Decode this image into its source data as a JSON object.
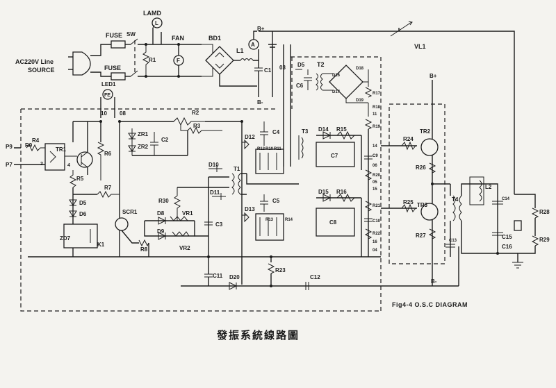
{
  "diagram": {
    "caption": "Fig4-4 O.S.C DIAGRAM",
    "page_caption": "發振系統線路圖",
    "labels": {
      "ac_source_1": "AC220V Line",
      "ac_source_2": "SOURCE",
      "fuse1": "FUSE",
      "fuse2": "FUSE",
      "sw": "SW",
      "lamd": "LAMD",
      "lamd_symbol": "L",
      "fan": "FAN",
      "fan_symbol": "F",
      "bd1": "BD1",
      "r1": "R1",
      "l1": "L1",
      "meter_a": "A",
      "bplus_top": "B+",
      "bminus_top": "B-",
      "c1": "C1",
      "vl1": "VL1",
      "led1": "LED1",
      "fe": "FE",
      "n10": "10",
      "n08": "08",
      "n03": "03",
      "d5": "D5",
      "t2": "T2",
      "c6": "C6",
      "d16": "D16",
      "d17": "D17",
      "d18": "D18",
      "d19": "D19",
      "r17": "R17",
      "r18": "R18",
      "r19": "R19",
      "n11": "11",
      "bplus_right": "B+",
      "r2": "R2",
      "r3": "R3",
      "zr1": "ZR1",
      "zr2": "ZR2",
      "c2": "C2",
      "c4": "C4",
      "t3": "T3",
      "d14": "D14",
      "r15": "R15",
      "c7": "C7",
      "d12": "D12",
      "r9": "R9",
      "r10": "R10",
      "r11": "R11",
      "r12": "R12",
      "tr2": "TR2",
      "r24": "R24",
      "r26": "R26",
      "n14": "14",
      "c9": "C9",
      "r20": "R20",
      "p9": "P9",
      "p7": "P7",
      "r4": "R4",
      "tr1": "TR1",
      "r6": "R6",
      "r5": "R5",
      "r7": "R7",
      "n2": "2",
      "n4": "4",
      "d10": "D10",
      "t1": "T1",
      "d11": "D11",
      "c5": "C5",
      "d15": "D15",
      "r16": "R16",
      "c8": "C8",
      "d13": "D13",
      "r13": "R13",
      "r14": "R14",
      "r30": "R30",
      "vr1": "VR1",
      "d8": "D8",
      "c3": "C3",
      "d9": "D9",
      "vr2": "VR2",
      "scr1": "SCR1",
      "r8": "R8",
      "d5b": "D5",
      "d6": "D6",
      "zd7": "ZD7",
      "k1": "K1",
      "l2": "L2",
      "t4": "T4",
      "tr3": "TR3",
      "r25": "R25",
      "r27": "R27",
      "c14": "C14",
      "c15": "C15",
      "c16": "C16",
      "r28": "R28",
      "r29": "R29",
      "c13": "C13",
      "bminus_bottom": "B-",
      "c11": "C11",
      "r23": "R23",
      "d20": "D20",
      "c12": "C12",
      "r21": "R21",
      "r22": "R22",
      "c10": "C10",
      "n15": "15",
      "n16": "16",
      "n06": "06",
      "n05": "05",
      "n04": "04"
    }
  }
}
